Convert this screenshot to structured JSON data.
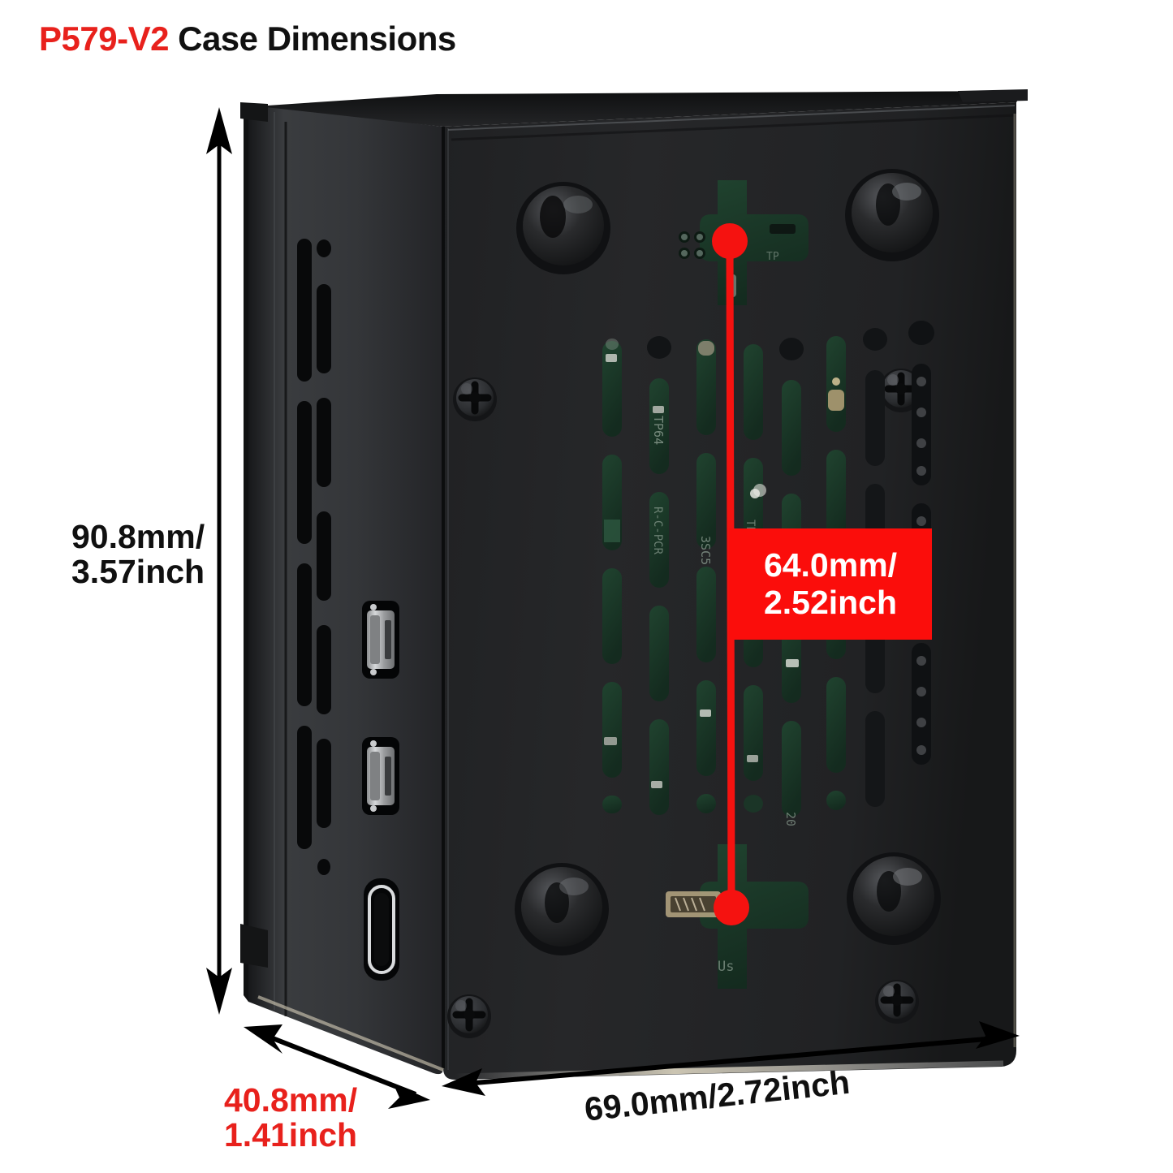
{
  "title": {
    "model": "P579-V2",
    "rest": " Case Dimensions"
  },
  "dimensions": {
    "height": {
      "mm": "90.8mm/",
      "inch": "3.57inch",
      "color": "#101010"
    },
    "depth": {
      "mm": "40.8mm/",
      "inch": "1.41inch",
      "color": "#e8211c"
    },
    "width": {
      "text": "69.0mm/2.72inch",
      "color": "#101010"
    },
    "internal": {
      "mm": "64.0mm/",
      "inch": "2.52inch",
      "box_color": "#fb0d0b",
      "text_color": "#ffffff"
    }
  },
  "product": {
    "name": "P579-V2 metal case",
    "body_color": "#2b2b2d",
    "face_color": "#1f1f21",
    "pcb_color": "#1d3b2a",
    "accent_color": "#e8211c"
  },
  "ports": [
    {
      "name": "micro-hdmi-port-1",
      "type": "micro-HDMI"
    },
    {
      "name": "micro-hdmi-port-2",
      "type": "micro-HDMI"
    },
    {
      "name": "usb-c-port",
      "type": "USB-C"
    }
  ]
}
